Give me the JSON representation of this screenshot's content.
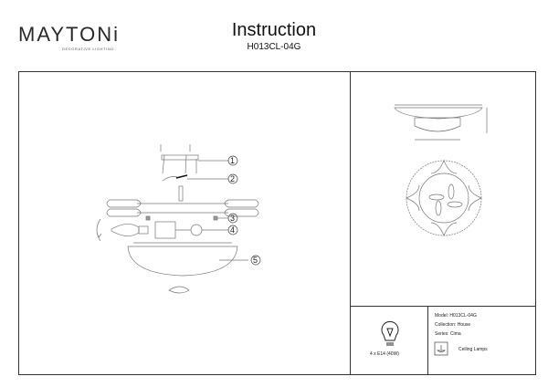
{
  "header": {
    "brand": "MAYTONi",
    "brand_tagline": "DECORATIVE LIGHTING",
    "title": "Instruction",
    "model_code": "H013CL-04G"
  },
  "parts": {
    "labels": [
      "1",
      "2",
      "3",
      "4",
      "5"
    ]
  },
  "specs": {
    "bulb": "4 x E14 (40W)",
    "model": "Model: H013CL-04G",
    "collection": "Collection: House",
    "series": "Series: Cima",
    "category": "Ceiling Lamps"
  }
}
